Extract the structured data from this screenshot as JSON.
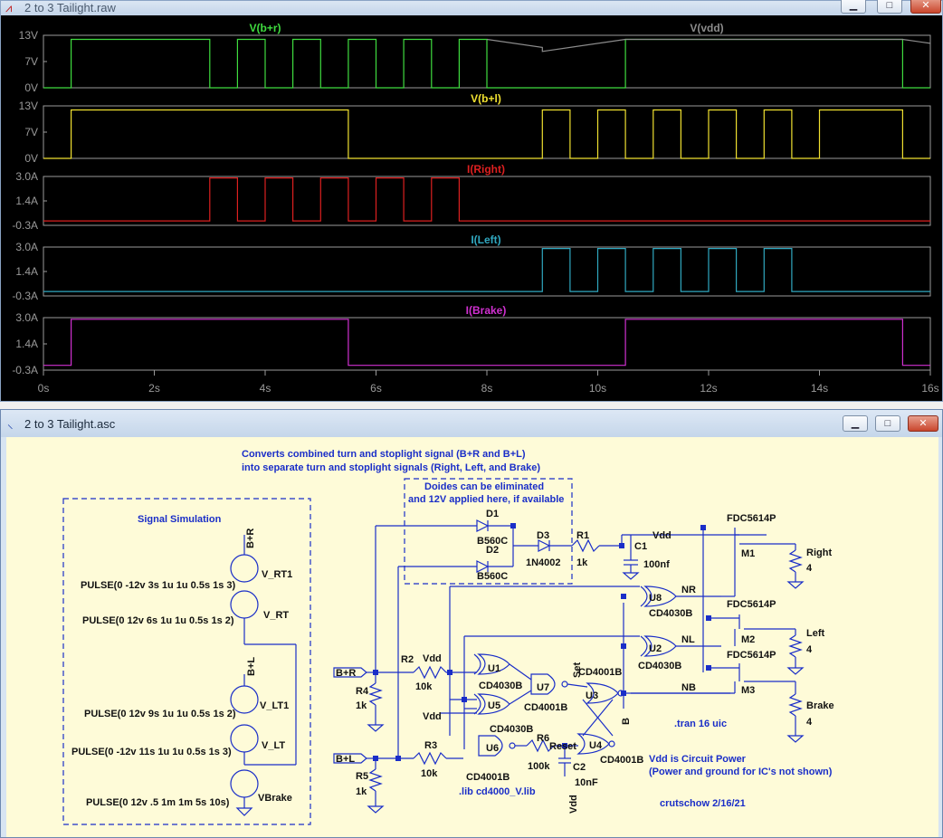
{
  "waveform_window": {
    "title": "2  to 3 Tailight.raw",
    "buttons": {
      "minimize": "▁",
      "maximize": "□",
      "close": "✕"
    }
  },
  "schematic_window": {
    "title": "2  to 3 Tailight.asc",
    "buttons": {
      "minimize": "▁",
      "maximize": "□",
      "close": "✕"
    }
  },
  "colors": {
    "panel_bg": "#000000",
    "grid": "#808080",
    "green": "#3fdc3f",
    "gray": "#8c8c8c",
    "yellow": "#f0e030",
    "red": "#dd2020",
    "cyan": "#30a8c0",
    "magenta": "#d030d0",
    "sch_bg": "#fefbd8",
    "sch_text": "#1a2ec8"
  },
  "chart_data": [
    {
      "type": "line",
      "title": "V(b+r)",
      "second_trace": "V(vdd)",
      "yticks": [
        "13V",
        "7V",
        "0V"
      ],
      "ylim": [
        0,
        13
      ],
      "series": [
        {
          "name": "V(b+r)",
          "color": "#3fdc3f",
          "points": [
            [
              0,
              0
            ],
            [
              0.5,
              0
            ],
            [
              0.5,
              12
            ],
            [
              3,
              12
            ],
            [
              3,
              0
            ],
            [
              3.5,
              0
            ],
            [
              3.5,
              12
            ],
            [
              4,
              12
            ],
            [
              4,
              0
            ],
            [
              4.5,
              0
            ],
            [
              4.5,
              12
            ],
            [
              5,
              12
            ],
            [
              5,
              0
            ],
            [
              5.5,
              0
            ],
            [
              5.5,
              12
            ],
            [
              6,
              12
            ],
            [
              6,
              0
            ],
            [
              6.5,
              0
            ],
            [
              6.5,
              12
            ],
            [
              7,
              12
            ],
            [
              7,
              0
            ],
            [
              7.5,
              0
            ],
            [
              7.5,
              12
            ],
            [
              8,
              12
            ],
            [
              8,
              0
            ],
            [
              10.5,
              0
            ],
            [
              10.5,
              12
            ],
            [
              15.5,
              12
            ],
            [
              15.5,
              0
            ],
            [
              16,
              0
            ]
          ]
        },
        {
          "name": "V(vdd)",
          "color": "#8c8c8c",
          "points": [
            [
              8,
              12
            ],
            [
              9,
              10
            ],
            [
              9,
              9
            ],
            [
              10.5,
              12
            ],
            [
              15.5,
              12
            ],
            [
              16,
              11
            ]
          ]
        }
      ]
    },
    {
      "type": "line",
      "title": "V(b+l)",
      "yticks": [
        "13V",
        "7V",
        "0V"
      ],
      "ylim": [
        0,
        13
      ],
      "series": [
        {
          "name": "V(b+l)",
          "color": "#f0e030",
          "points": [
            [
              0,
              0
            ],
            [
              0.5,
              0
            ],
            [
              0.5,
              12
            ],
            [
              5.5,
              12
            ],
            [
              5.5,
              0
            ],
            [
              9,
              0
            ],
            [
              9,
              12
            ],
            [
              9.5,
              12
            ],
            [
              9.5,
              0
            ],
            [
              10,
              0
            ],
            [
              10,
              12
            ],
            [
              10.5,
              12
            ],
            [
              10.5,
              0
            ],
            [
              11,
              0
            ],
            [
              11,
              12
            ],
            [
              11.5,
              12
            ],
            [
              11.5,
              0
            ],
            [
              12,
              0
            ],
            [
              12,
              12
            ],
            [
              12.5,
              12
            ],
            [
              12.5,
              0
            ],
            [
              13,
              0
            ],
            [
              13,
              12
            ],
            [
              13.5,
              12
            ],
            [
              13.5,
              0
            ],
            [
              14,
              0
            ],
            [
              14,
              12
            ],
            [
              15.5,
              12
            ],
            [
              15.5,
              0
            ],
            [
              16,
              0
            ]
          ]
        }
      ]
    },
    {
      "type": "line",
      "title": "I(Right)",
      "yticks": [
        "3.0A",
        "1.4A",
        "-0.3A"
      ],
      "ylim": [
        -0.3,
        3.0
      ],
      "series": [
        {
          "name": "I(Right)",
          "color": "#dd2020",
          "points": [
            [
              0,
              0
            ],
            [
              3,
              0
            ],
            [
              3,
              2.9
            ],
            [
              3.5,
              2.9
            ],
            [
              3.5,
              0
            ],
            [
              4,
              0
            ],
            [
              4,
              2.9
            ],
            [
              4.5,
              2.9
            ],
            [
              4.5,
              0
            ],
            [
              5,
              0
            ],
            [
              5,
              2.9
            ],
            [
              5.5,
              2.9
            ],
            [
              5.5,
              0
            ],
            [
              6,
              0
            ],
            [
              6,
              2.9
            ],
            [
              6.5,
              2.9
            ],
            [
              6.5,
              0
            ],
            [
              7,
              0
            ],
            [
              7,
              2.9
            ],
            [
              7.5,
              2.9
            ],
            [
              7.5,
              0
            ],
            [
              16,
              0
            ]
          ]
        }
      ]
    },
    {
      "type": "line",
      "title": "I(Left)",
      "yticks": [
        "3.0A",
        "1.4A",
        "-0.3A"
      ],
      "ylim": [
        -0.3,
        3.0
      ],
      "series": [
        {
          "name": "I(Left)",
          "color": "#30a8c0",
          "points": [
            [
              0,
              0
            ],
            [
              9,
              0
            ],
            [
              9,
              2.9
            ],
            [
              9.5,
              2.9
            ],
            [
              9.5,
              0
            ],
            [
              10,
              0
            ],
            [
              10,
              2.9
            ],
            [
              10.5,
              2.9
            ],
            [
              10.5,
              0
            ],
            [
              11,
              0
            ],
            [
              11,
              2.9
            ],
            [
              11.5,
              2.9
            ],
            [
              11.5,
              0
            ],
            [
              12,
              0
            ],
            [
              12,
              2.9
            ],
            [
              12.5,
              2.9
            ],
            [
              12.5,
              0
            ],
            [
              13,
              0
            ],
            [
              13,
              2.9
            ],
            [
              13.5,
              2.9
            ],
            [
              13.5,
              0
            ],
            [
              16,
              0
            ]
          ]
        }
      ]
    },
    {
      "type": "line",
      "title": "I(Brake)",
      "yticks": [
        "3.0A",
        "1.4A",
        "-0.3A"
      ],
      "ylim": [
        -0.3,
        3.0
      ],
      "xticks": [
        "0s",
        "2s",
        "4s",
        "6s",
        "8s",
        "10s",
        "12s",
        "14s",
        "16s"
      ],
      "xlim": [
        0,
        16
      ],
      "series": [
        {
          "name": "I(Brake)",
          "color": "#d030d0",
          "points": [
            [
              0,
              0
            ],
            [
              0.5,
              0
            ],
            [
              0.5,
              2.9
            ],
            [
              5.5,
              2.9
            ],
            [
              5.5,
              0
            ],
            [
              10.5,
              0
            ],
            [
              10.5,
              2.9
            ],
            [
              15.5,
              2.9
            ],
            [
              15.5,
              0
            ],
            [
              16,
              0
            ]
          ]
        }
      ]
    }
  ],
  "schematic": {
    "notes": {
      "line1": "Converts combined turn and stoplight signal (B+R and B+L)",
      "line2": "into separate turn and stoplight signals (Right, Left, and Brake)",
      "diodes1": "Doides can be eliminated",
      "diodes2": "and 12V applied here, if available",
      "signal_sim": "Signal Simulation",
      "vdd1": "Vdd is Circuit Power",
      "vdd2": "(Power and ground for IC's not shown)",
      "tran": ".tran 16 uic",
      "lib": ".lib cd4000_V.lib",
      "author": "crutschow  2/16/21"
    },
    "sources": [
      {
        "name": "V_RT1",
        "value": "PULSE(0 -12v 3s 1u 1u 0.5s 1s 3)"
      },
      {
        "name": "V_RT",
        "value": "PULSE(0 12v 6s 1u 1u 0.5s 1s 2)"
      },
      {
        "name": "V_LT1",
        "value": "PULSE(0 12v 9s 1u 1u 0.5s 1s 2)"
      },
      {
        "name": "V_LT",
        "value": "PULSE(0 -12v 11s 1u 1u 0.5s 1s 3)"
      },
      {
        "name": "VBrake",
        "value": "PULSE(0 12v .5 1m 1m 5s 10s)"
      }
    ],
    "labels": {
      "bpr": "B+R",
      "bpl": "B+L",
      "vdd": "Vdd",
      "d1": "D1",
      "d2": "D2",
      "d3": "D3",
      "b560": "B560C",
      "n4002": "1N4002",
      "r1": "R1",
      "k1": "1k",
      "c1": "C1",
      "nf100": "100nf",
      "r2": "R2",
      "k10": "10k",
      "r3": "R3",
      "r4": "R4",
      "r5": "R5",
      "r6": "R6",
      "k100": "100k",
      "c2": "C2",
      "nf10": "10nF",
      "u1": "U1",
      "u2": "U2",
      "u3": "U3",
      "u4": "U4",
      "u5": "U5",
      "u6": "U6",
      "u7": "U7",
      "u8": "U8",
      "cd4030": "CD4030B",
      "cd4001": "CD4001B",
      "set": "Set",
      "reset": "Reset",
      "b": "B",
      "nr": "NR",
      "nl": "NL",
      "nb": "NB",
      "fdc": "FDC5614P",
      "m1": "M1",
      "m2": "M2",
      "m3": "M3",
      "right": "Right",
      "left": "Left",
      "brake": "Brake",
      "four": "4"
    }
  }
}
